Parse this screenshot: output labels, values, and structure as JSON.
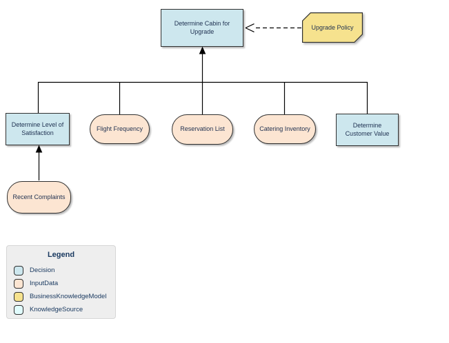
{
  "diagram": {
    "kind": "DMN decision requirements diagram",
    "nodes": {
      "determine_cabin": {
        "label": "Determine Cabin for Upgrade",
        "type": "Decision"
      },
      "upgrade_policy": {
        "label": "Upgrade Policy",
        "type": "BusinessKnowledgeModel"
      },
      "determine_satisfaction": {
        "label": "Determine Level of Satisfaction",
        "type": "Decision"
      },
      "flight_frequency": {
        "label": "Flight Frequency",
        "type": "InputData"
      },
      "reservation_list": {
        "label": "Reservation List",
        "type": "InputData"
      },
      "catering_inventory": {
        "label": "Catering Inventory",
        "type": "InputData"
      },
      "determine_customer_value": {
        "label": "Determine Customer Value",
        "type": "Decision"
      },
      "recent_complaints": {
        "label": "Recent Complaints",
        "type": "InputData"
      }
    },
    "legend": {
      "title": "Legend",
      "items": [
        {
          "label": "Decision",
          "color": "#cde7ee"
        },
        {
          "label": "InputData",
          "color": "#fce5d2"
        },
        {
          "label": "BusinessKnowledgeModel",
          "color": "#f6e28e"
        },
        {
          "label": "KnowledgeSource",
          "color": "#e1fcfd"
        }
      ]
    },
    "colors": {
      "decision_fill": "#cde7ee",
      "input_data_fill": "#fce5d2",
      "bkm_fill": "#f6e28e",
      "knowledge_source_fill": "#e1fcfd",
      "node_border": "#2f2f2f",
      "connector": "#000000",
      "node_text": "#1e3050",
      "legend_text": "#17375e",
      "legend_background": "#eeeeee"
    }
  }
}
